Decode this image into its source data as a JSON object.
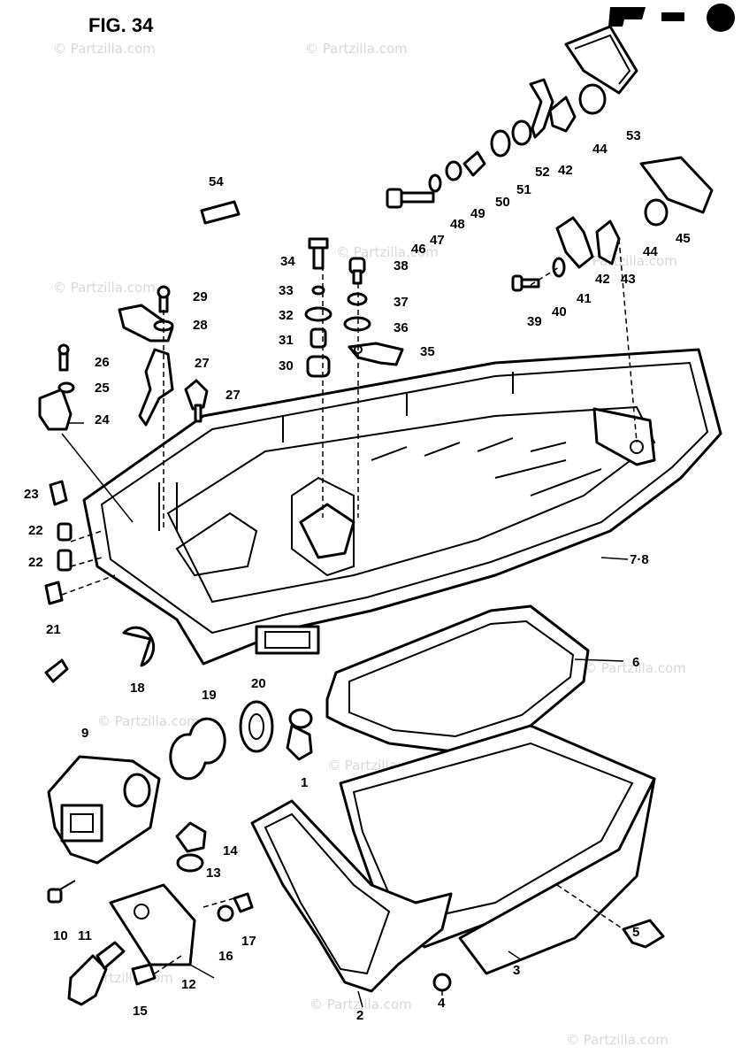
{
  "figure": {
    "title": "FIG. 34",
    "watermark": "© Partzilla.com"
  },
  "callouts": [
    {
      "label": "1"
    },
    {
      "label": "2"
    },
    {
      "label": "3"
    },
    {
      "label": "4"
    },
    {
      "label": "5"
    },
    {
      "label": "6"
    },
    {
      "label": "7·8"
    },
    {
      "label": "9"
    },
    {
      "label": "10"
    },
    {
      "label": "11"
    },
    {
      "label": "12"
    },
    {
      "label": "13"
    },
    {
      "label": "14"
    },
    {
      "label": "15"
    },
    {
      "label": "16"
    },
    {
      "label": "17"
    },
    {
      "label": "18"
    },
    {
      "label": "19"
    },
    {
      "label": "20"
    },
    {
      "label": "21"
    },
    {
      "label": "22"
    },
    {
      "label": "22"
    },
    {
      "label": "23"
    },
    {
      "label": "24"
    },
    {
      "label": "25"
    },
    {
      "label": "26"
    },
    {
      "label": "27"
    },
    {
      "label": "27"
    },
    {
      "label": "28"
    },
    {
      "label": "29"
    },
    {
      "label": "30"
    },
    {
      "label": "31"
    },
    {
      "label": "32"
    },
    {
      "label": "33"
    },
    {
      "label": "34"
    },
    {
      "label": "35"
    },
    {
      "label": "36"
    },
    {
      "label": "37"
    },
    {
      "label": "38"
    },
    {
      "label": "39"
    },
    {
      "label": "40"
    },
    {
      "label": "41"
    },
    {
      "label": "42"
    },
    {
      "label": "42"
    },
    {
      "label": "43"
    },
    {
      "label": "44"
    },
    {
      "label": "44"
    },
    {
      "label": "45"
    },
    {
      "label": "46"
    },
    {
      "label": "47"
    },
    {
      "label": "48"
    },
    {
      "label": "49"
    },
    {
      "label": "50"
    },
    {
      "label": "51"
    },
    {
      "label": "52"
    },
    {
      "label": "53"
    },
    {
      "label": "54"
    }
  ]
}
